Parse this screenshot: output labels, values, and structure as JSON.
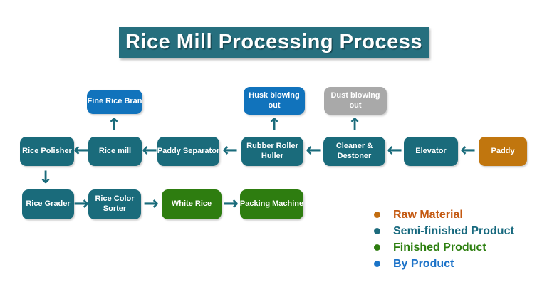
{
  "title": "Rice Mill Processing Process",
  "nodes": {
    "paddy": {
      "label": "Paddy",
      "type": "raw-material"
    },
    "elevator": {
      "label": "Elevator",
      "type": "semi-finished"
    },
    "cleaner_destoner": {
      "label": "Cleaner & Destoner",
      "type": "semi-finished"
    },
    "rubber_roller_huller": {
      "label": "Rubber Roller Huller",
      "type": "semi-finished"
    },
    "paddy_separator": {
      "label": "Paddy Separator",
      "type": "semi-finished"
    },
    "rice_mill": {
      "label": "Rice mill",
      "type": "semi-finished"
    },
    "rice_polisher": {
      "label": "Rice Polisher",
      "type": "semi-finished"
    },
    "rice_grader": {
      "label": "Rice Grader",
      "type": "semi-finished"
    },
    "rice_color_sorter": {
      "label": "Rice Color Sorter",
      "type": "semi-finished"
    },
    "white_rice": {
      "label": "White Rice",
      "type": "finished"
    },
    "packing_machine": {
      "label": "Packing Machine",
      "type": "finished"
    },
    "fine_rice_bran": {
      "label": "Fine Rice Bran",
      "type": "by-product"
    },
    "husk_blowing_out": {
      "label": "Husk blowing out",
      "type": "by-product"
    },
    "dust_blowing_out": {
      "label": "Dust blowing out",
      "type": "dust"
    }
  },
  "icons": {
    "arrow_left": "←",
    "arrow_right": "→",
    "arrow_up": "↑",
    "arrow_down": "↓"
  },
  "legend": {
    "items": [
      {
        "label": "Raw Material",
        "color": "#c45911"
      },
      {
        "label": "Semi-finished Product",
        "color": "#17697e"
      },
      {
        "label": "Finished Product",
        "color": "#2e8011"
      },
      {
        "label": "By Product",
        "color": "#1b72c8"
      }
    ]
  },
  "colors": {
    "banner_bg": "#266f7e",
    "semi_finished_box": "#1a6b7b",
    "raw_material_box": "#c1760e",
    "finished_box": "#2e7d10",
    "by_product_box": "#1173bc",
    "dust_box": "#a9a9a9",
    "arrow": "#1a6b7b",
    "background": "#ffffff"
  }
}
